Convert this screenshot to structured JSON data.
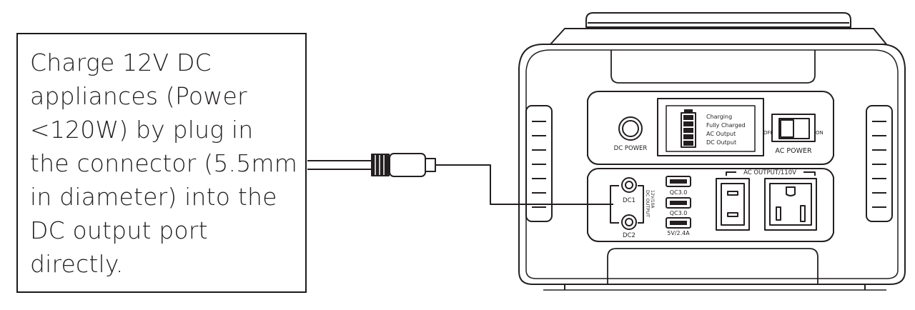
{
  "instruction": {
    "text": "Charge 12V DC\nappliances (Power\n<120W) by plug in\nthe connector (5.5mm\nin diameter) into the\nDC output port\ndirectly."
  },
  "device": {
    "dc_power_label": "DC POWER",
    "lcd_legend": [
      "Charging",
      "Fully Charged",
      "AC Output",
      "DC Output"
    ],
    "switch_off_label": "OFF",
    "switch_on_label": "ON",
    "ac_power_label": "AC POWER",
    "dc1_label": "DC1",
    "dc2_label": "DC2",
    "dc_output_label": "DC OUTPUT",
    "dc_output_spec": "12V/10A",
    "usb_labels": [
      "QC3.0",
      "QC3.0",
      "5V/2.4A"
    ],
    "ac_output_label": "AC OUTPUT/110V"
  },
  "colors": {
    "stroke": "#231f20",
    "background": "#ffffff"
  }
}
